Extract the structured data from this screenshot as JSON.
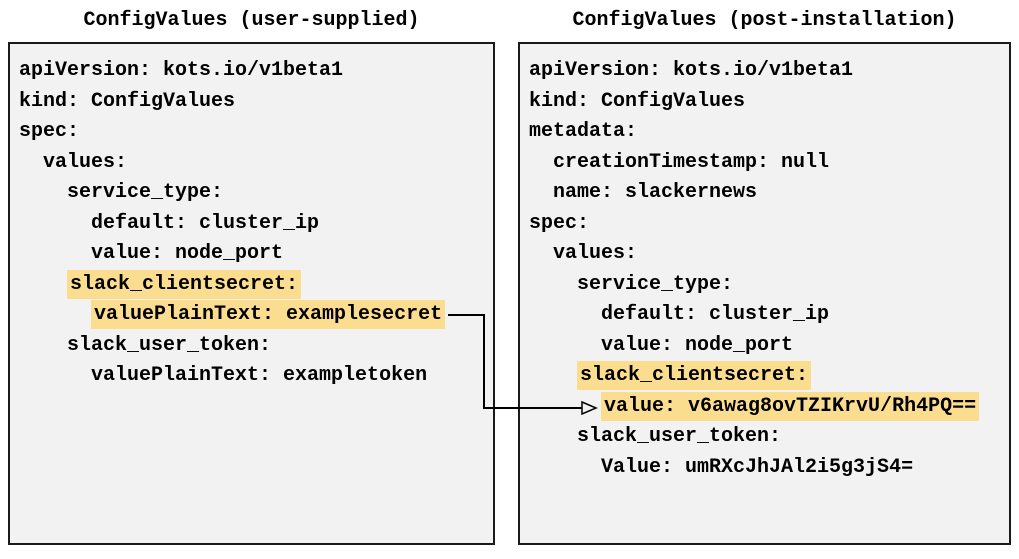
{
  "panels": {
    "left": {
      "title": "ConfigValues (user-supplied)",
      "lines": [
        {
          "text": "apiVersion: kots.io/v1beta1",
          "highlight": false
        },
        {
          "text": "kind: ConfigValues",
          "highlight": false
        },
        {
          "text": "spec:",
          "highlight": false
        },
        {
          "text": "  values:",
          "highlight": false
        },
        {
          "text": "    service_type:",
          "highlight": false
        },
        {
          "text": "      default: cluster_ip",
          "highlight": false
        },
        {
          "text": "      value: node_port",
          "highlight": false
        },
        {
          "text": "    slack_clientsecret:",
          "highlight": true
        },
        {
          "text": "      valuePlainText: examplesecret",
          "highlight": true
        },
        {
          "text": "    slack_user_token:",
          "highlight": false
        },
        {
          "text": "      valuePlainText: exampletoken",
          "highlight": false
        }
      ]
    },
    "right": {
      "title": "ConfigValues (post-installation)",
      "lines": [
        {
          "text": "apiVersion: kots.io/v1beta1",
          "highlight": false
        },
        {
          "text": "kind: ConfigValues",
          "highlight": false
        },
        {
          "text": "metadata:",
          "highlight": false
        },
        {
          "text": "  creationTimestamp: null",
          "highlight": false
        },
        {
          "text": "  name: slackernews",
          "highlight": false
        },
        {
          "text": "spec:",
          "highlight": false
        },
        {
          "text": "  values:",
          "highlight": false
        },
        {
          "text": "    service_type:",
          "highlight": false
        },
        {
          "text": "      default: cluster_ip",
          "highlight": false
        },
        {
          "text": "      value: node_port",
          "highlight": false
        },
        {
          "text": "    slack_clientsecret:",
          "highlight": true
        },
        {
          "text": "      value: v6awag8ovTZIKrvU/Rh4PQ==",
          "highlight": true
        },
        {
          "text": "    slack_user_token:",
          "highlight": false
        },
        {
          "text": "      Value: umRXcJhJAl2i5g3jS4=",
          "highlight": false
        }
      ]
    }
  },
  "arrow": {
    "from_line": "valuePlainText: examplesecret",
    "to_line": "value: v6awag8ovTZIKrvU/Rh4PQ=="
  },
  "colors": {
    "highlight": "#FBDD8F",
    "panel_background": "#F2F2F2",
    "panel_border": "#1A1A1A",
    "text": "#000000"
  }
}
